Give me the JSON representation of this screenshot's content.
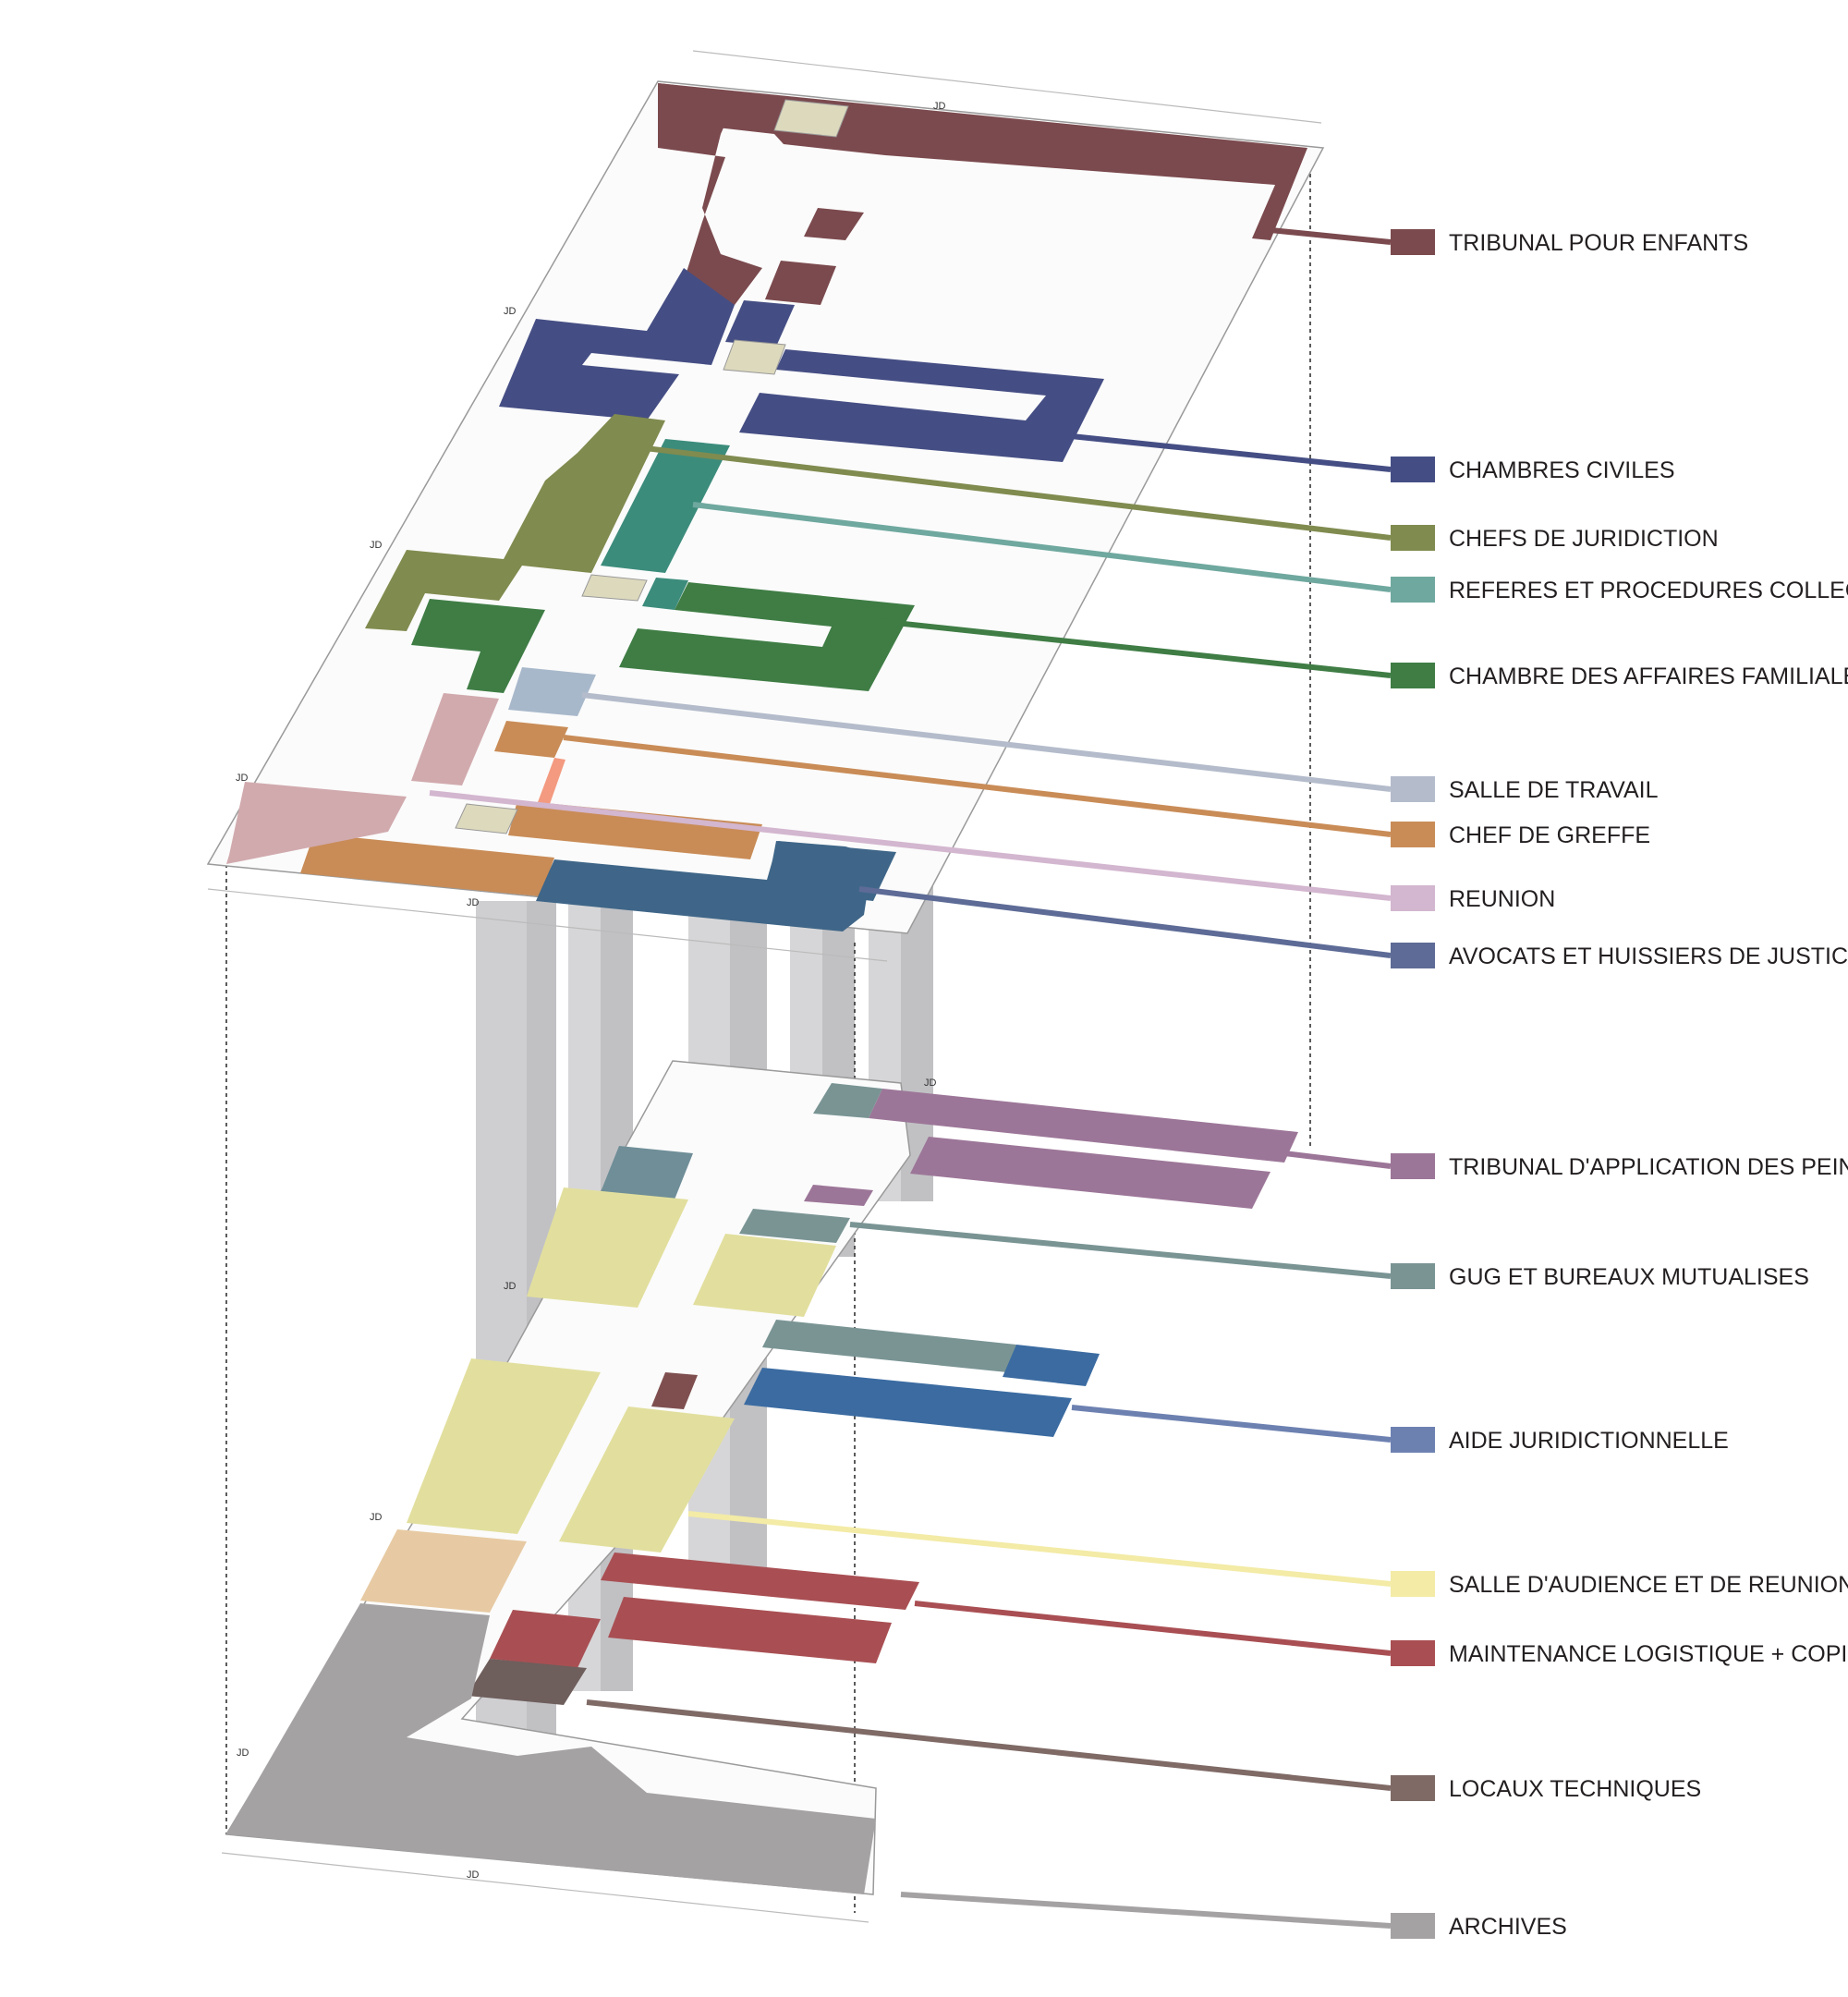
{
  "axis_tag": "JD",
  "legend": [
    {
      "id": "tribunal-enfants",
      "label": "TRIBUNAL POUR ENFANTS",
      "color": "#7b4a4e"
    },
    {
      "id": "chambres-civiles",
      "label": "CHAMBRES CIVILES",
      "color": "#454e84"
    },
    {
      "id": "chefs-juridiction",
      "label": "CHEFS DE JURIDICTION",
      "color": "#808b4f"
    },
    {
      "id": "referes",
      "label": "REFERES ET PROCEDURES COLLECTIVES",
      "color": "#6fa89f"
    },
    {
      "id": "affaires-familiales",
      "label": "CHAMBRE DES AFFAIRES FAMILIALES",
      "color": "#3f7d45"
    },
    {
      "id": "salle-travail",
      "label": "SALLE DE TRAVAIL",
      "color": "#b4bccb"
    },
    {
      "id": "chef-greffe",
      "label": "CHEF DE GREFFE",
      "color": "#c98c57"
    },
    {
      "id": "reunion",
      "label": "REUNION",
      "color": "#d3b6cf"
    },
    {
      "id": "avocats",
      "label": "AVOCATS ET HUISSIERS DE JUSTICE",
      "color": "#5d6b96"
    },
    {
      "id": "application-peines",
      "label": "TRIBUNAL D'APPLICATION DES PEINES",
      "color": "#9c7698"
    },
    {
      "id": "gug",
      "label": "GUG ET BUREAUX MUTUALISES",
      "color": "#7a9494"
    },
    {
      "id": "aide-juridictionnelle",
      "label": "AIDE JURIDICTIONNELLE",
      "color": "#6d81b1"
    },
    {
      "id": "salle-audience",
      "label": "SALLE D'AUDIENCE ET DE REUNION",
      "color": "#f3eba6"
    },
    {
      "id": "maintenance",
      "label": "MAINTENANCE LOGISTIQUE + COPIE",
      "color": "#a94f53"
    },
    {
      "id": "locaux-techniques",
      "label": "LOCAUX TECHNIQUES",
      "color": "#7f6a66"
    },
    {
      "id": "archives",
      "label": "ARCHIVES",
      "color": "#a5a2a4"
    }
  ],
  "colors": {
    "core": "#bcbcc0",
    "stairs": "#ddd9bd",
    "slab_outline": "#9a9a9a"
  }
}
